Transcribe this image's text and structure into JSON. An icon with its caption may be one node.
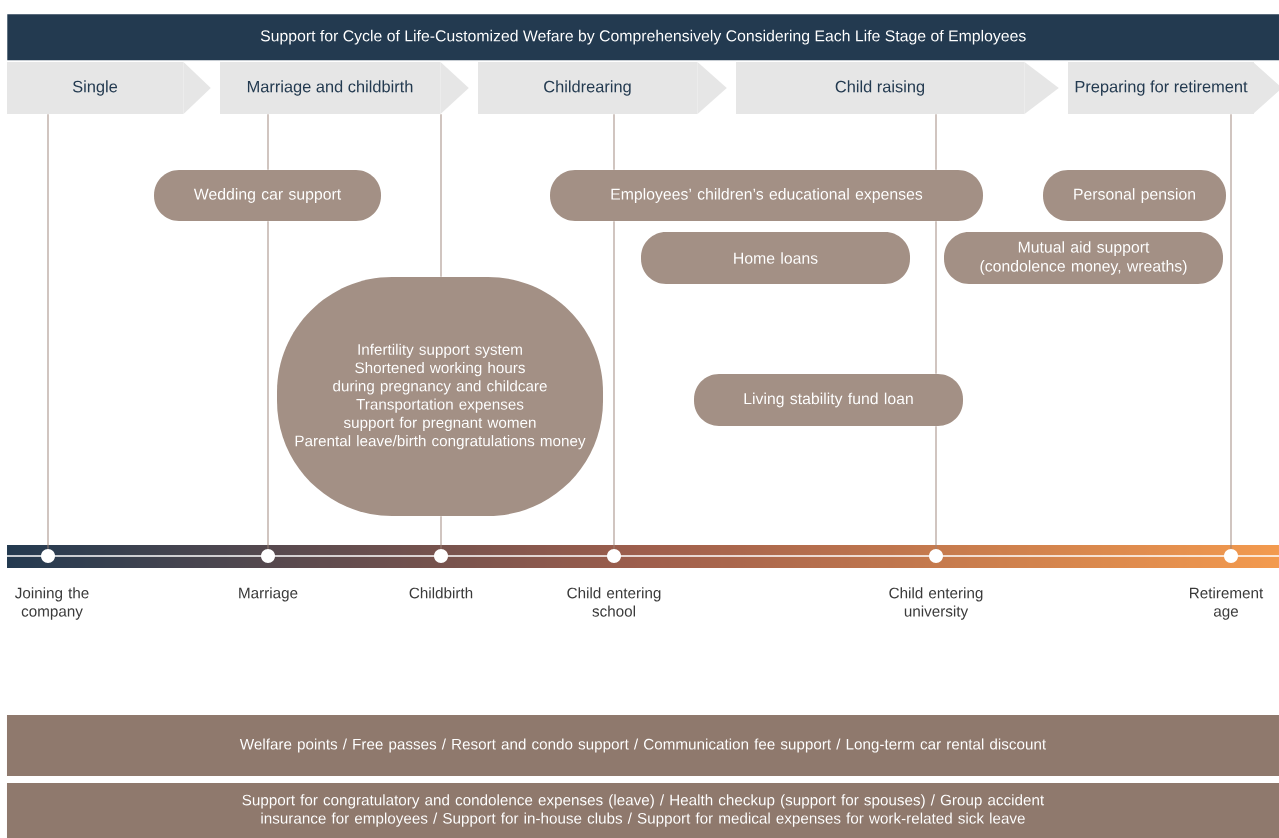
{
  "diagram": {
    "title": "Support for Cycle of Life-Customized Wefare by Comprehensively Considering Each Life Stage of Employees",
    "nodes": [
      {
        "text": [
          "Single"
        ]
      },
      {
        "text": [
          "Marriage and childbirth"
        ]
      },
      {
        "text": [
          "Childrearing"
        ]
      },
      {
        "text": [
          "Child raising"
        ]
      },
      {
        "text": [
          "Preparing for retirement"
        ]
      },
      {
        "text": [
          "Wedding car support"
        ]
      },
      {
        "text": [
          "Employees’ children’s educational expenses"
        ]
      },
      {
        "text": [
          "Personal pension"
        ]
      },
      {
        "text": [
          "Home loans"
        ]
      },
      {
        "text": [
          "Mutual aid support (condolence money, wreaths)"
        ]
      },
      {
        "text": [
          "Infertility support system",
          "Shortened working hours during pregnancy and childcare",
          "Transportation expenses support for pregnant women",
          "Parental leave/birth congratulations money"
        ]
      },
      {
        "text": [
          "Living stability fund loan"
        ]
      },
      {
        "text": [],
        "shape": "circle",
        "beside": [
          "Joining the company"
        ]
      },
      {
        "text": [],
        "shape": "circle",
        "beside": [
          "Marriage"
        ]
      },
      {
        "text": [],
        "shape": "circle",
        "beside": [
          "Childbirth"
        ]
      },
      {
        "text": [],
        "shape": "circle",
        "beside": [
          "Child entering school"
        ]
      },
      {
        "text": [],
        "shape": "circle",
        "beside": [
          "Child entering university"
        ]
      },
      {
        "text": [],
        "shape": "circle",
        "beside": [
          "Retirement age"
        ]
      },
      {
        "text": [
          "Welfare points / Free passes / Resort and condo support / Communication fee support / Long-term car rental discount"
        ]
      },
      {
        "text": [
          "Support for congratulatory and condolence expenses (leave) / Health checkup (support for spouses) / Group accident insurance for employees / Support for in-house clubs / Support for medical expenses for work-related sick leave"
        ]
      }
    ],
    "edges": [
      {
        "from": 0,
        "to": 12,
        "arrow": "none"
      },
      {
        "from": 1,
        "to": 5,
        "arrow": "none"
      },
      {
        "from": 5,
        "to": 13,
        "arrow": "none"
      },
      {
        "from": 1,
        "to": 10,
        "arrow": "none"
      },
      {
        "from": 10,
        "to": 14,
        "arrow": "none"
      },
      {
        "from": 2,
        "to": 6,
        "arrow": "none"
      },
      {
        "from": 6,
        "to": 15,
        "arrow": "none"
      },
      {
        "from": 3,
        "to": 6,
        "arrow": "none"
      },
      {
        "from": 6,
        "to": 11,
        "arrow": "none"
      },
      {
        "from": 11,
        "to": 16,
        "arrow": "none"
      },
      {
        "from": 4,
        "to": 17,
        "arrow": "none"
      },
      {
        "from": 0,
        "to": 1,
        "arrow": "to"
      },
      {
        "from": 1,
        "to": 2,
        "arrow": "to"
      },
      {
        "from": 2,
        "to": 3,
        "arrow": "to"
      },
      {
        "from": 3,
        "to": 4,
        "arrow": "to"
      }
    ]
  }
}
